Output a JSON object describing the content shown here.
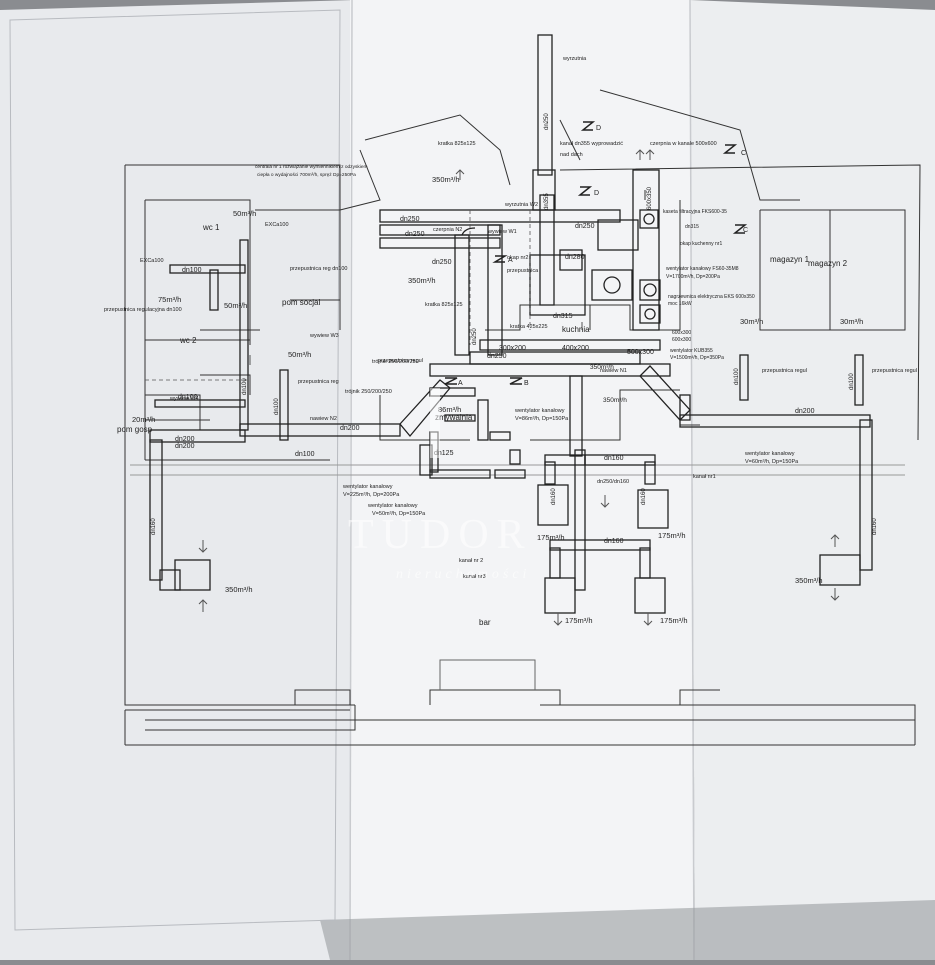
{
  "rooms": {
    "wc1": "wc 1",
    "wc2": "wc 2",
    "pom_socjal": "pom socjal",
    "pom_gosp": "pom gosp",
    "kuchnia": "kuchnia",
    "zmywalnia": "zmywalnia",
    "magazyn1": "magazyn 1",
    "magazyn2": "magazyn 2",
    "bar": "bar"
  },
  "labels": {
    "wyrzutnia_top": "wyrzutnia",
    "kanal_dn355": "kanał dn355 wyprowadzić",
    "nad_dach": "nad dach",
    "czerpnia": "czerpnia w kanale 500x600",
    "kratka_825_top": "kratka 825x125",
    "centrala": "centrala nr 1 rozwiązanie wymiennikiem z odzyskiem",
    "centrala2": "ciepła o wydajności 700m³/h, spręż Dp=250Pa",
    "wyrzutnia_w2": "wyrzutnia W2",
    "czerpnia_n2": "czerpnia N2",
    "wywiew_w1": "wywiew W1",
    "okap": "okap nr2",
    "przepustnica_dn315": "przepustnica",
    "kratka_825_mid": "kratka 825x125",
    "kratka_425": "kratka 425x225",
    "kaseta": "kaseta filtracyjna FKS600-35",
    "kasetadn": "dn315",
    "okap1": "okap kuchenny nr1",
    "went_kan1": "wentylator kanałowy FS60-35M8",
    "went_kan1b": "V=1700m³/h, Dp=200Pa",
    "nagrz": "nagrzewnica elektryczna EKS 600x350",
    "nagrz2": "moc 16kW",
    "went_kub": "wentylator KUB355",
    "went_kub2": "V=1500m³/h, Dp=350Pa",
    "exc100": "EXCa100",
    "przep_reg_dn100": "przepustnica reg dn100",
    "exc_left": "EXCa100",
    "przep_reg": "przepustnica regulacyjna dn100",
    "przep_reg2": "przepustnica reg",
    "dn100_1": "dn100",
    "trojnik": "trójnik 250/200/250",
    "przep_regul": "przepustnica regul",
    "kanal_n1": "kanał nr1",
    "kanal_n2": "kanał nr 2",
    "kanal_n3": "kanał nr3",
    "went_86": "wentylator kanałowy",
    "went_86b": "V=86m³/h, Dp=150Pa",
    "went_225": "wentylator kanałowy",
    "went_225b": "V=225m³/h, Dp=200Pa",
    "went_50": "wentylator kanałowy",
    "went_50b": "V=50m³/h, Dp=150Pa",
    "went_60": "wentylator kanałowy",
    "went_60b": "V=60m³/h, Dp=150Pa",
    "przep_dn100_r": "przepustnica regul",
    "przep_dn100_r2": "przepustnica regul",
    "dn250_a": "dn250",
    "dn250_b": "dn250",
    "dn250_c": "dn250",
    "dn250_d": "dn250",
    "dn315": "dn315",
    "dn200_a": "dn200",
    "dn200_b": "dn200",
    "dn100_a": "dn100",
    "dn100_b": "dn100",
    "dn125": "dn125",
    "dn160_a": "dn160",
    "dn160_b": "dn160",
    "dn160_c": "dn160",
    "dn250_160": "dn250/dn160",
    "d300x200": "300x200",
    "d400x200": "400x200",
    "d500x300": "500x300",
    "d600x350": "600x350",
    "d600x300": "600x300",
    "d600x300b": "600x300",
    "dn355": "dn355",
    "dn250_v": "dn250",
    "dn280": "dn280",
    "flow_350_a": "350m³/h",
    "flow_350_b": "350m³/h",
    "flow_350_c": "350m³/h",
    "flow_350_d": "350m³/h",
    "flow_175_a": "175m³/h",
    "flow_175_b": "175m³/h",
    "flow_175_c": "175m³/h",
    "flow_175_d": "175m³/h",
    "flow_50_a": "50m³/h",
    "flow_50_b": "50m³/h",
    "flow_50_c": "50m³/h",
    "flow_75": "75m³/h",
    "flow_20": "20m³/h",
    "flow_30_a": "30m³/h",
    "flow_30_b": "30m³/h",
    "flow_86": "86m³/h",
    "wywiew_w3": "wywiew W3",
    "wywiew_w4": "wywiew W4",
    "nawiew_n2": "nawiew N2",
    "nawiew_n1": "nawiew N1",
    "zz_a": "A",
    "zz_a2": "A",
    "zz_b": "B",
    "zz_c": "C",
    "zz_c2": "C",
    "zz_d": "D",
    "zz_d2": "D"
  },
  "watermark": {
    "brand": "TUDOR",
    "tagline": "nieruchomości"
  },
  "colors": {
    "paper": "#f2f3f5",
    "line": "#2a2a2a",
    "background": "#8a8c90"
  }
}
